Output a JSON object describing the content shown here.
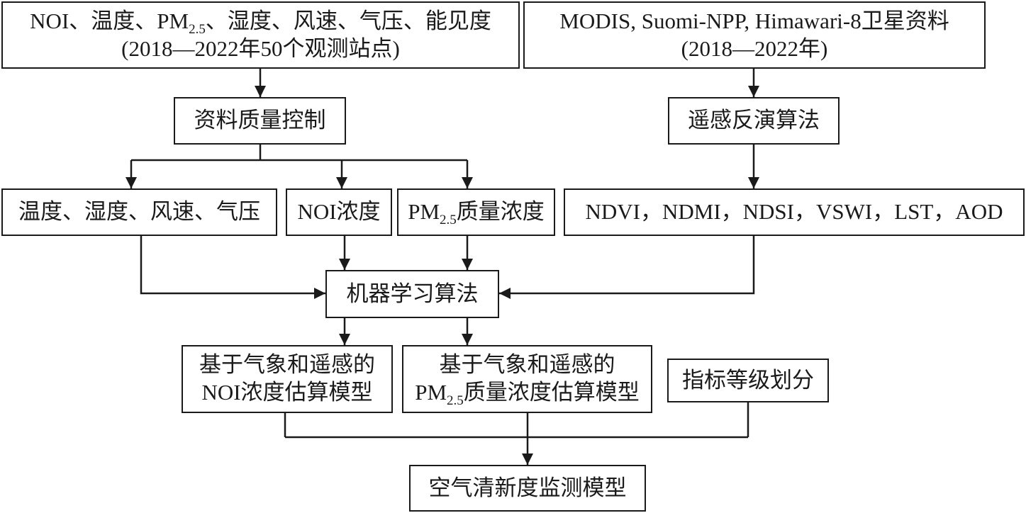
{
  "nodes": {
    "obs_data": {
      "line1": {
        "pre": "NOI、温度、PM",
        "sub": "2.5",
        "post": "、湿度、风速、气压、能见度"
      },
      "line2": "(2018—2022年50个观测站点)"
    },
    "sat_data": {
      "line1": "MODIS, Suomi-NPP, Himawari-8卫星资料",
      "line2": "(2018—2022年)"
    },
    "quality_control": "资料质量控制",
    "retrieval": "遥感反演算法",
    "met_vars": "温度、湿度、风速、气压",
    "noi_conc": "NOI浓度",
    "pm_conc": {
      "pre": "PM",
      "sub": "2.5",
      "post": "质量浓度"
    },
    "indices": "NDVI，NDMI，NDSI，VSWI，LST，AOD",
    "ml": "机器学习算法",
    "noi_model": {
      "line1": "基于气象和遥感的",
      "line2": "NOI浓度估算模型"
    },
    "pm_model": {
      "line1": "基于气象和遥感的",
      "line2": {
        "pre": "PM",
        "sub": "2.5",
        "post": "质量浓度估算模型"
      }
    },
    "grading": "指标等级划分",
    "final": "空气清新度监测模型"
  }
}
